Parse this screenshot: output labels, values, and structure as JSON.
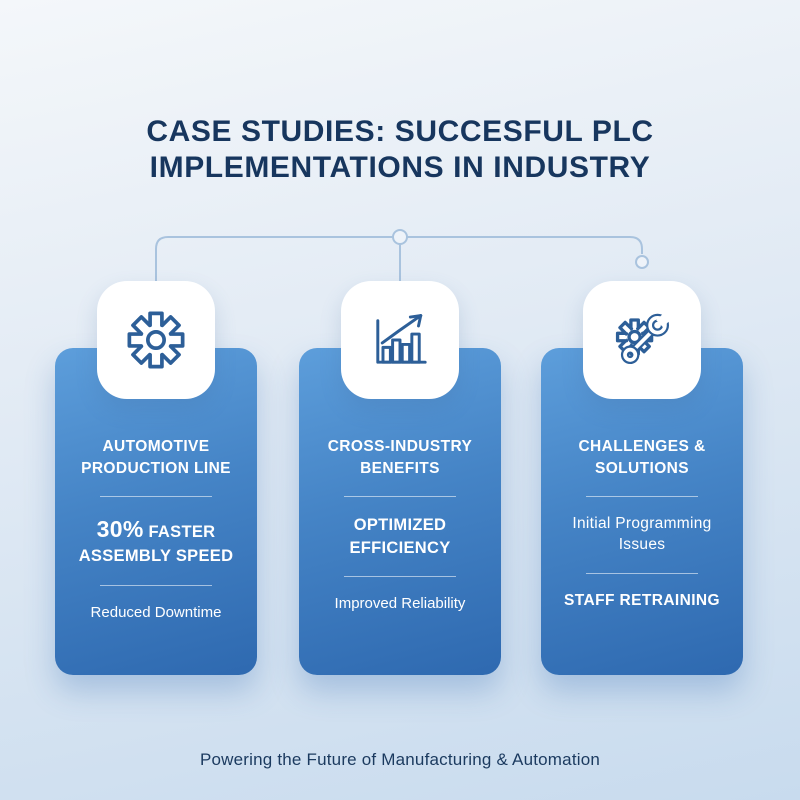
{
  "title": "CASE STUDIES: SUCCESFUL PLC IMPLEMENTATIONS IN INDUSTRY",
  "footer": "Powering the Future of Manufacturing & Automation",
  "colors": {
    "heading": "#17365e",
    "card_gradient_top": "#5d9edb",
    "card_gradient_bottom": "#2e69b0",
    "icon_stroke": "#2d5f98",
    "connector": "#a9c3de",
    "background_top": "#f4f7fa",
    "background_bottom": "#c8dbee"
  },
  "cards": [
    {
      "icon": "gear-icon",
      "title": "AUTOMOTIVE PRODUCTION LINE",
      "stat_emphasis": "30%",
      "stat": "FASTER ASSEMBLY SPEED",
      "note": "Reduced Downtime"
    },
    {
      "icon": "bar-chart-growth-icon",
      "title": "CROSS-INDUSTRY BENEFITS",
      "stat": "OPTIMIZED EFFICIENCY",
      "note": "Improved Reliability"
    },
    {
      "icon": "gear-wrench-icon",
      "title": "CHALLENGES & SOLUTIONS",
      "stat": "Initial Programming Issues",
      "note": "STAFF RETRAINING"
    }
  ]
}
